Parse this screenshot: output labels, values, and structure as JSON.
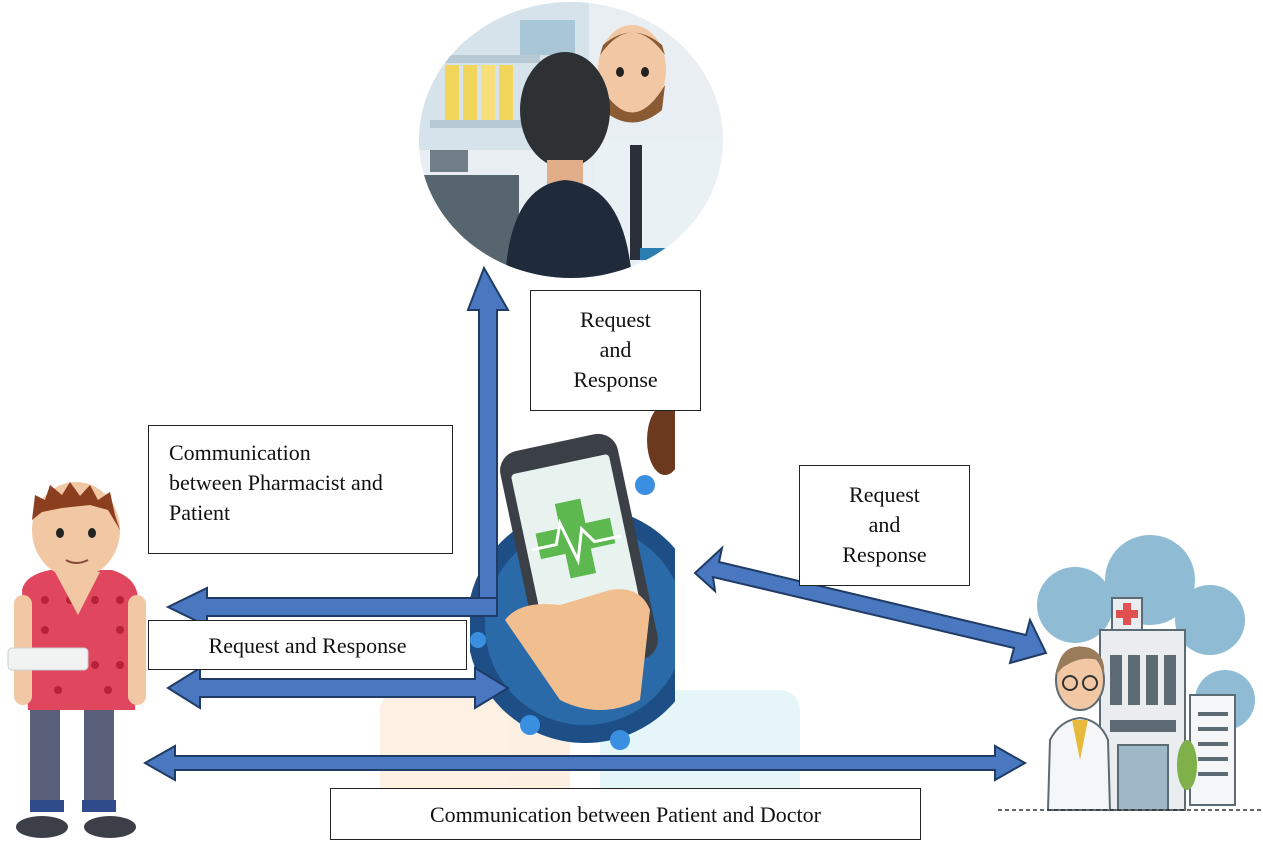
{
  "labels": {
    "pharmacy_request": [
      "Request",
      "and",
      "Response"
    ],
    "doctor_request": [
      "Request",
      "and",
      "Response"
    ],
    "pharmacist_patient": [
      "Communication",
      "between Pharmacist and",
      "Patient"
    ],
    "patient_app": "Request and Response",
    "patient_doctor": "Communication between Patient and Doctor"
  },
  "colors": {
    "arrow_fill": "#4a78c0",
    "arrow_stroke": "#1f3b66",
    "shirt": "#e0475f",
    "hospital": "#8fbcd4"
  }
}
